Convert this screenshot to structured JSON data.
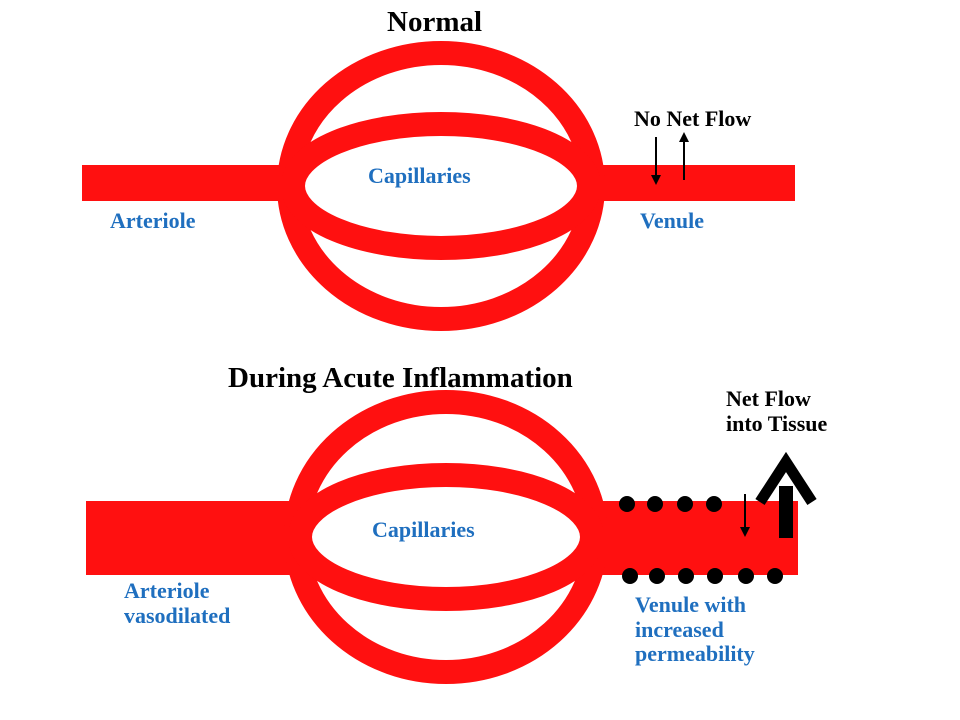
{
  "colors": {
    "vessel": "#ff1010",
    "label": "#1f6fbf",
    "text": "#000000",
    "background": "#ffffff"
  },
  "normal": {
    "title": "Normal",
    "capillaries_label": "Capillaries",
    "arteriole_label": "Arteriole",
    "venule_label": "Venule",
    "flow_label": "No Net Flow"
  },
  "inflammation": {
    "title": "During Acute Inflammation",
    "capillaries_label": "Capillaries",
    "arteriole_lines": [
      "Arteriole",
      "vasodilated"
    ],
    "venule_lines": [
      "Venule with",
      "increased",
      "permeability"
    ],
    "flow_lines": [
      "Net Flow",
      "into Tissue"
    ]
  }
}
